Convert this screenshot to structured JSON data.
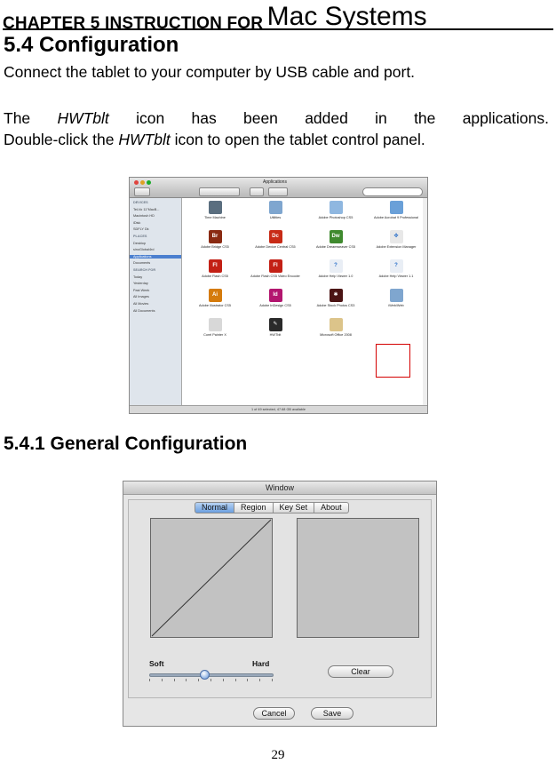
{
  "chapter": {
    "prefix": "CHAPTER 5 INSTRUCTION FOR",
    "system": "Mac Systems"
  },
  "section": {
    "title": "5.4 Configuration",
    "para1": "Connect the tablet to your computer by USB cable and port.",
    "para2_line1": [
      "The",
      "HWTblt",
      "icon has been added in the applications."
    ],
    "para2_line2": [
      "Double-click the",
      "HWTblt",
      "icon to open the tablet control panel."
    ]
  },
  "finder": {
    "title": "Applications",
    "sidebar": [
      {
        "label": "DEVICES",
        "type": "head"
      },
      {
        "label": "TeLVo 11\"MacB...",
        "type": "item"
      },
      {
        "label": "Macintosh HD",
        "type": "item"
      },
      {
        "label": "iDisk",
        "type": "item"
      },
      {
        "label": "SDFLY Dk",
        "type": "item"
      },
      {
        "label": "PLACES",
        "type": "head"
      },
      {
        "label": "Desktop",
        "type": "item"
      },
      {
        "label": "sinoGlobal4rd",
        "type": "item"
      },
      {
        "label": "Applications",
        "type": "sel"
      },
      {
        "label": "Documents",
        "type": "item"
      },
      {
        "label": "SEARCH FOR",
        "type": "head"
      },
      {
        "label": "Today",
        "type": "item"
      },
      {
        "label": "Yesterday",
        "type": "item"
      },
      {
        "label": "Past Week",
        "type": "item"
      },
      {
        "label": "All Images",
        "type": "item"
      },
      {
        "label": "All Movies",
        "type": "item"
      },
      {
        "label": "All Documents",
        "type": "item"
      }
    ],
    "apps": [
      {
        "label": "Time Machine",
        "color": "#5a6e7f",
        "glyph": ""
      },
      {
        "label": "Utilities",
        "color": "#7fa6cf",
        "glyph": ""
      },
      {
        "label": "Adobe Photoshop CS5",
        "color": "#8fb7e0",
        "glyph": ""
      },
      {
        "label": "Adobe Acrobat 9 Professional",
        "color": "#6aa0d8",
        "glyph": ""
      },
      {
        "label": "Adobe Bridge CS5",
        "color": "#8a2a12",
        "glyph": "Br"
      },
      {
        "label": "Adobe Device Central CS5",
        "color": "#c82b16",
        "glyph": "Dc"
      },
      {
        "label": "Adobe Dreamweaver CS5",
        "color": "#3f8a2e",
        "glyph": "Dw"
      },
      {
        "label": "Adobe Extension Manager",
        "color": "#e8e8e8",
        "glyph": "✤"
      },
      {
        "label": "Adobe Flash CS5",
        "color": "#c32015",
        "glyph": "Fl"
      },
      {
        "label": "Adobe Flash CS5 Video Encoder",
        "color": "#c32015",
        "glyph": "Fl"
      },
      {
        "label": "Adobe Help Viewer 1.0",
        "color": "#e9eef5",
        "glyph": "?"
      },
      {
        "label": "Adobe Help Viewer 1.1",
        "color": "#e9eef5",
        "glyph": "?"
      },
      {
        "label": "Adobe Illustrator CS5",
        "color": "#d57b0c",
        "glyph": "Ai"
      },
      {
        "label": "Adobe InDesign CS5",
        "color": "#b3166f",
        "glyph": "Id"
      },
      {
        "label": "Adobe Stock Photos CS3",
        "color": "#4b1414",
        "glyph": "✱"
      },
      {
        "label": "iWeb/Web",
        "color": "#7fa6cf",
        "glyph": ""
      },
      {
        "label": "Corel Painter X",
        "color": "#d8d8d8",
        "glyph": ""
      },
      {
        "label": "HWTblt",
        "color": "#2a2a2a",
        "glyph": "✎"
      },
      {
        "label": "Microsoft Office 2008",
        "color": "#dcc48a",
        "glyph": ""
      }
    ],
    "status": "1 of 49 selected, 47.68 GB available"
  },
  "subsection": {
    "title": "5.4.1 General Configuration"
  },
  "window": {
    "title": "Window",
    "tabs": [
      "Normal",
      "Region",
      "Key Set",
      "About"
    ],
    "soft_label": "Soft",
    "hard_label": "Hard",
    "pressure_level": 0.45,
    "clear_label": "Clear",
    "cancel_label": "Cancel",
    "save_label": "Save"
  },
  "page_number": "29"
}
